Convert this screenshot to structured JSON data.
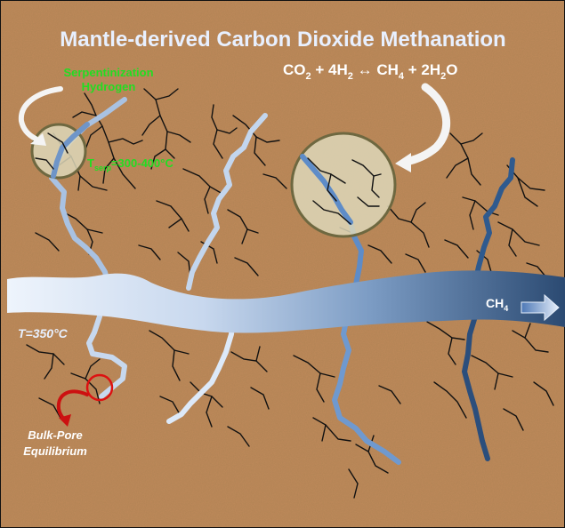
{
  "title": "Mantle-derived Carbon Dioxide Methanation",
  "equation": {
    "co": "CO",
    "co_sub": "2",
    "plus1": " + 4H",
    "h_sub": "2",
    "arrow": " ↔ ",
    "ch": "CH",
    "ch_sub": "4",
    "plus2": " + 2H",
    "h2_sub": "2",
    "o": "O"
  },
  "serpentinization": {
    "line1": "Serpentinization",
    "line2": "Hydrogen"
  },
  "temperature_local": {
    "base": "T",
    "sub": "serp",
    "value": "=300-400°C"
  },
  "temperature_main": "T=350°C",
  "product": {
    "base": "CH",
    "sub": "4"
  },
  "bulk_pore": {
    "line1": "Bulk-Pore",
    "line2": "Equilibrium"
  },
  "colors": {
    "background": "#c08a5a",
    "title": "#e8f0ff",
    "green_label": "#22dd22",
    "red_label": "#ff3333",
    "vein_light": "#dce8f8",
    "vein_dark": "#2b4a72",
    "circle_fill": "#ddd7b8",
    "circle_stroke": "#6e6840"
  }
}
